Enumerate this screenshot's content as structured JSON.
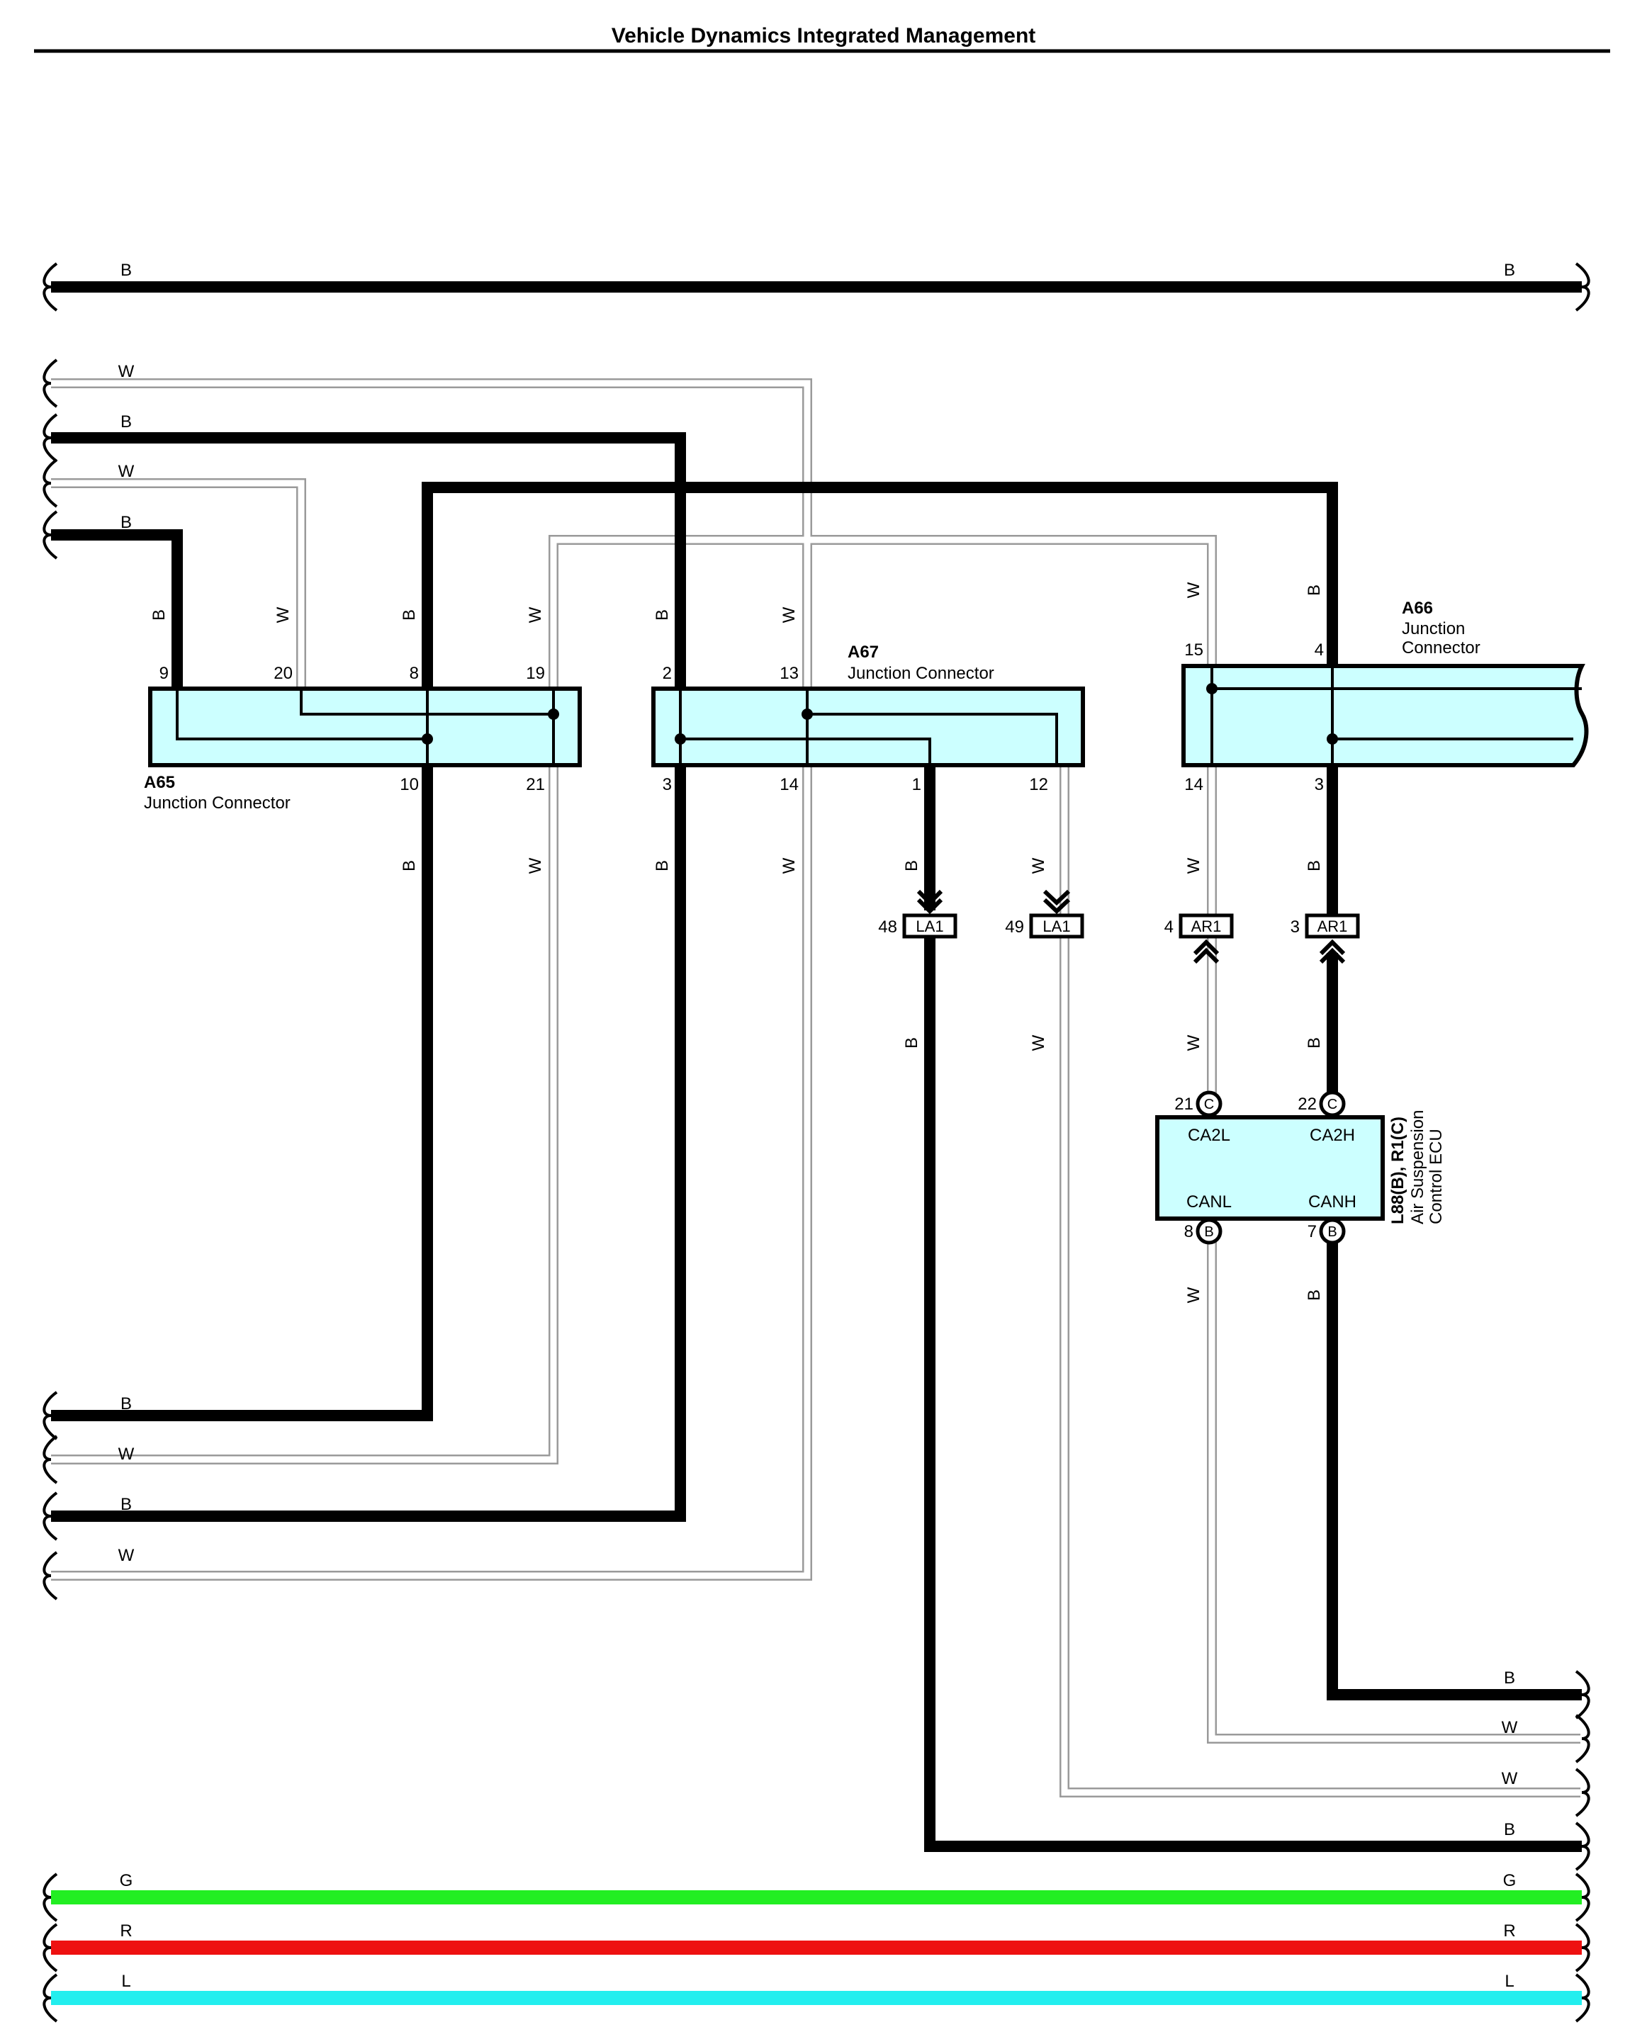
{
  "title": "Vehicle Dynamics Integrated Management",
  "colors": {
    "black_wire": "#000000",
    "white_wire_outline": "#9a9a9a",
    "connector_fill": "#ccffff",
    "green_wire": "#22ee22",
    "red_wire": "#ee1111",
    "blue_wire": "#22eeee"
  },
  "wire_codes": {
    "B": "B",
    "W": "W",
    "G": "G",
    "R": "R",
    "L": "L"
  },
  "connectors": {
    "a65": {
      "id": "A65",
      "desc": "Junction Connector",
      "pins_top": [
        "9",
        "20",
        "8",
        "19"
      ],
      "pins_bottom": [
        "10",
        "21"
      ]
    },
    "a67": {
      "id": "A67",
      "desc": "Junction Connector",
      "pins_top": [
        "2",
        "13"
      ],
      "pins_bottom": [
        "3",
        "14",
        "1",
        "12"
      ]
    },
    "a66": {
      "id": "A66",
      "desc_line1": "Junction",
      "desc_line2": "Connector",
      "pins_top": [
        "15",
        "4"
      ],
      "pins_bottom": [
        "14",
        "3"
      ]
    }
  },
  "inline_connectors": [
    {
      "pin": "48",
      "label": "LA1"
    },
    {
      "pin": "49",
      "label": "LA1"
    },
    {
      "pin": "4",
      "label": "AR1"
    },
    {
      "pin": "3",
      "label": "AR1"
    }
  ],
  "ecu": {
    "name": "L88(B), R1(C)",
    "desc_line1": "Air Suspension",
    "desc_line2": "Control ECU",
    "terminals": {
      "ca2l": "CA2L",
      "ca2h": "CA2H",
      "canl": "CANL",
      "canh": "CANH"
    },
    "pins": {
      "ca2l_pin": "21",
      "ca2l_conn": "C",
      "ca2h_pin": "22",
      "ca2h_conn": "C",
      "canl_pin": "8",
      "canl_conn": "B",
      "canh_pin": "7",
      "canh_conn": "B"
    }
  }
}
